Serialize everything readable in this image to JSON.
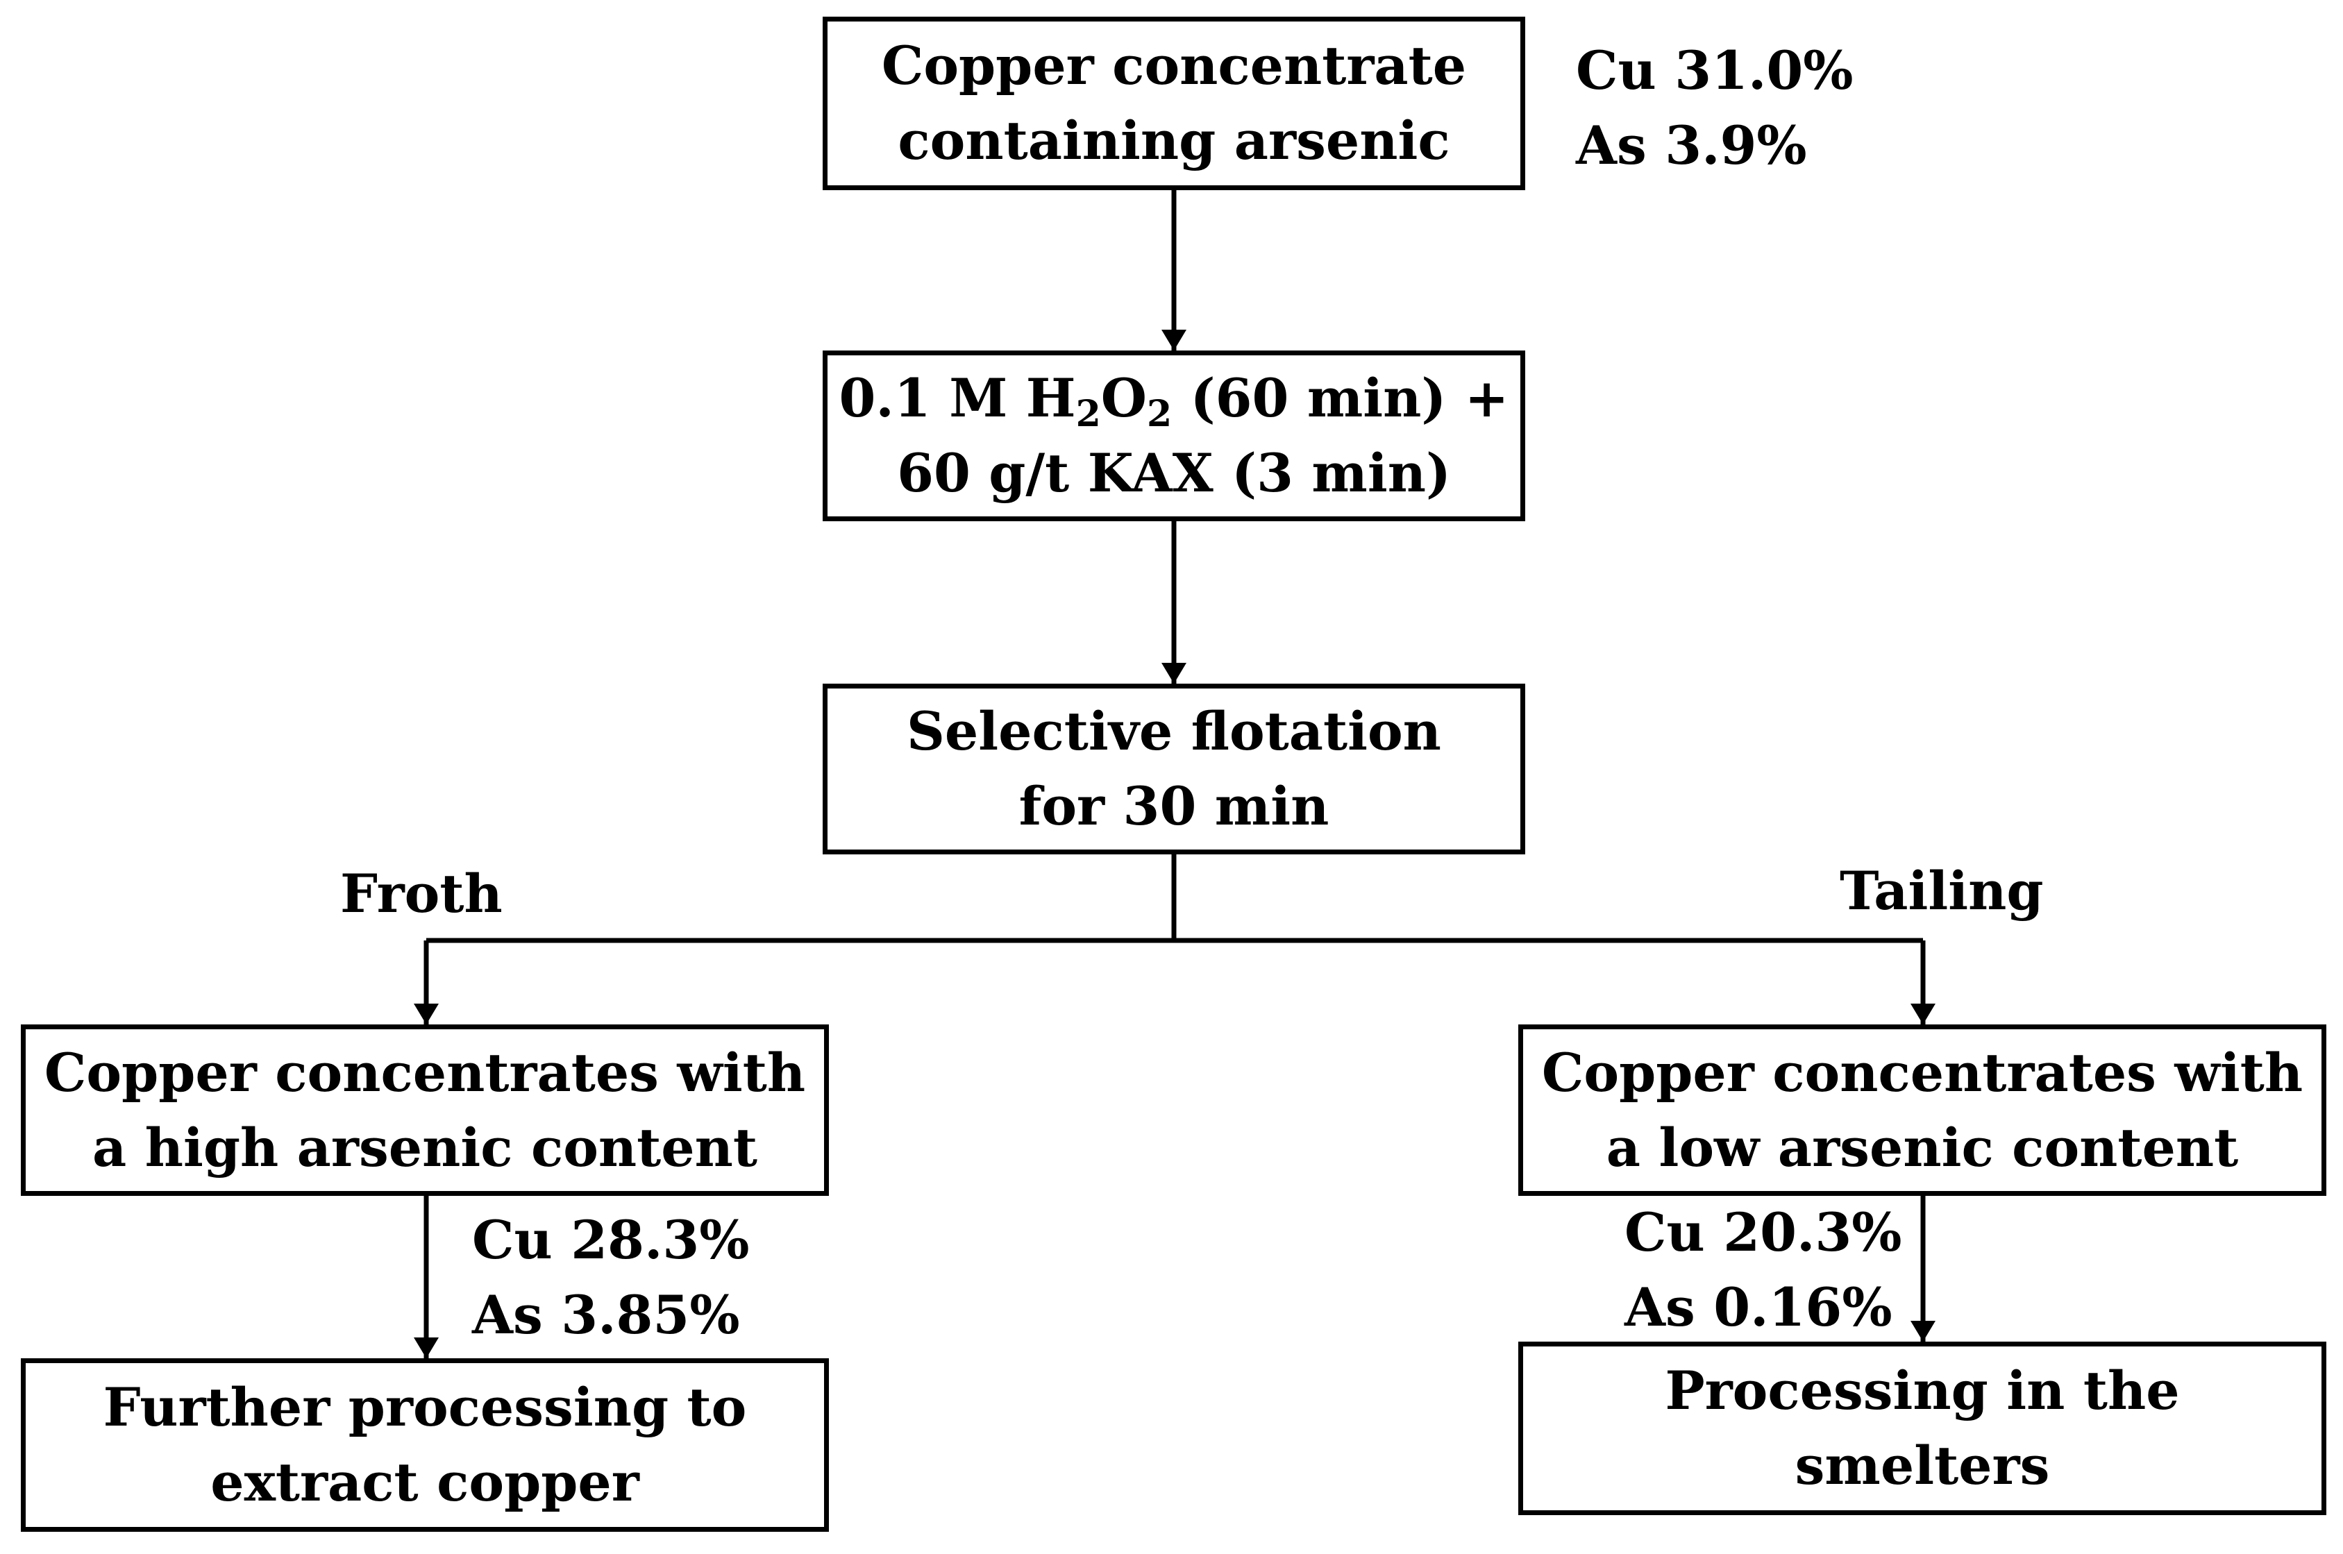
{
  "nodes": {
    "start": {
      "line1": "Copper concentrate",
      "line2": "containing arsenic"
    },
    "treatment": {
      "line1": {
        "pre": "0.1 M H",
        "sub1": "2",
        "mid": "O",
        "sub2": "2",
        "post": " (60 min) +"
      },
      "line2": "60 g/t KAX (3 min)"
    },
    "flotation": {
      "line1": "Selective flotation",
      "line2": "for 30 min"
    },
    "high_arsenic": {
      "line1": "Copper concentrates with",
      "line2": "a high arsenic content"
    },
    "low_arsenic": {
      "line1": "Copper concentrates with",
      "line2": "a low arsenic content"
    },
    "further_processing": {
      "line1": "Further processing to",
      "line2": "extract copper"
    },
    "smelters": {
      "line1": "Processing in the",
      "line2": "smelters"
    }
  },
  "branch_labels": {
    "froth": "Froth",
    "tailing": "Tailing"
  },
  "compositions": {
    "start": {
      "cu": "Cu 31.0%",
      "as": "As 3.9%"
    },
    "high_arsenic": {
      "cu": "Cu 28.3%",
      "as": "As 3.85%"
    },
    "low_arsenic": {
      "cu": "Cu 20.3%",
      "as": "As 0.16%"
    }
  },
  "colors": {
    "stroke": "#000000",
    "background": "#ffffff"
  }
}
